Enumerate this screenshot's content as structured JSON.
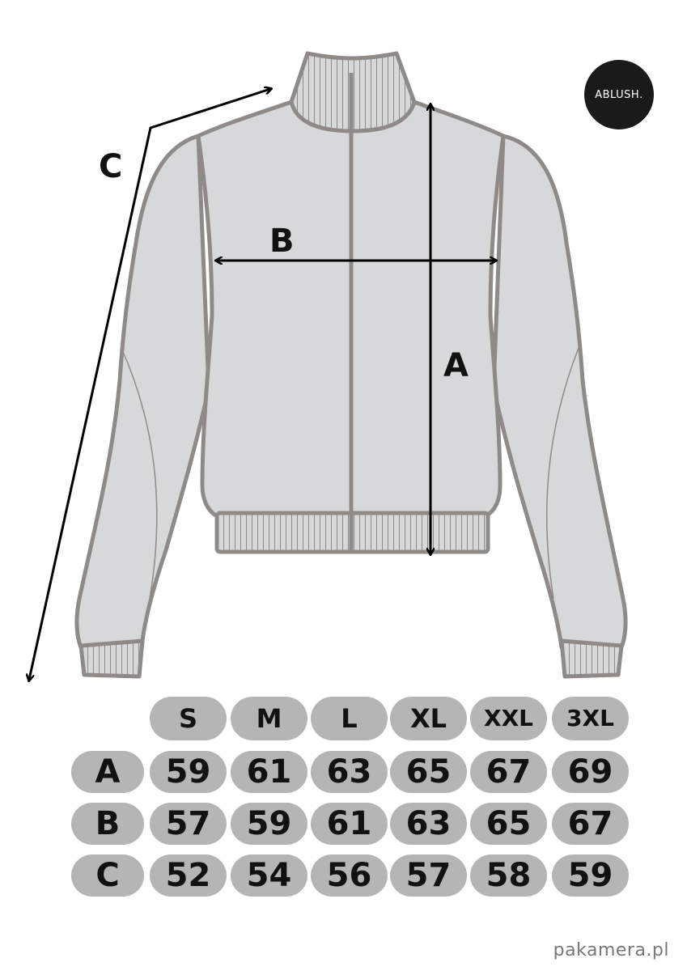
{
  "brand": {
    "logo_text": "ABLUSH",
    "footer_text": "pakamera.pl"
  },
  "diagram": {
    "labels": {
      "a": "A",
      "b": "B",
      "c": "C"
    },
    "colors": {
      "fill": "#d7d8da",
      "outline": "#8f8a88",
      "arrow": "#000000"
    },
    "icon": "jacket-outline-icon"
  },
  "table": {
    "sizes": [
      "S",
      "M",
      "L",
      "XL",
      "XXL",
      "3XL"
    ],
    "rows": [
      {
        "label": "A",
        "values": [
          "59",
          "61",
          "63",
          "65",
          "67",
          "69"
        ]
      },
      {
        "label": "B",
        "values": [
          "57",
          "59",
          "61",
          "63",
          "65",
          "67"
        ]
      },
      {
        "label": "C",
        "values": [
          "52",
          "54",
          "56",
          "57",
          "58",
          "59"
        ]
      }
    ],
    "pill_color": "#b5b5b5"
  }
}
